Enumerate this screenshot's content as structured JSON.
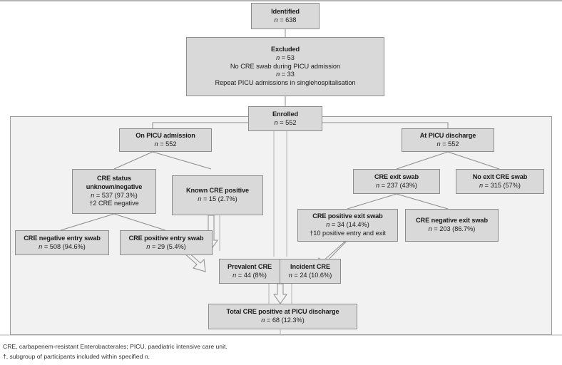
{
  "figure": {
    "type": "participant-flow-diagram",
    "colors": {
      "box_fill": "#d9d9d9",
      "box_border": "#8c8c8c",
      "panel_fill": "#f2f2f2",
      "panel_border": "#9b9b9b",
      "connector": "#8c8c8c",
      "text": "#1a1a1a"
    }
  },
  "nodes": {
    "identified": {
      "title": "Identified",
      "line1": "n = 638"
    },
    "excluded": {
      "title": "Excluded",
      "line1": "n = 53",
      "line2": "No CRE swab during PICU admission",
      "line3": "n = 33",
      "line4": "Repeat PICU admissions in singlehospitalisation"
    },
    "enrolled": {
      "title": "Enrolled",
      "line1": "n = 552"
    },
    "on_admission": {
      "title": "On PICU admission",
      "line1": "n = 552"
    },
    "at_discharge": {
      "title": "At PICU discharge",
      "line1": "n = 552"
    },
    "cre_unknown": {
      "title": "CRE status",
      "title2": "unknown/negative",
      "line1": "n = 537 (97.3%)",
      "line2": "†2 CRE negative"
    },
    "known_positive": {
      "title": "Known CRE positive",
      "line1": "n = 15 (2.7%)"
    },
    "exit_swab": {
      "title": "CRE exit swab",
      "line1": "n = 237 (43%)"
    },
    "no_exit_swab": {
      "title": "No exit CRE swab",
      "line1": "n = 315 (57%)"
    },
    "entry_negative": {
      "title": "CRE negative entry swab",
      "line1": "n = 508 (94.6%)"
    },
    "entry_positive": {
      "title": "CRE positive entry swab",
      "line1": "n = 29 (5.4%)"
    },
    "exit_positive": {
      "title": "CRE positive exit swab",
      "line1": "n = 34 (14.4%)",
      "line2": "†10 positive entry and exit"
    },
    "exit_negative": {
      "title": "CRE negative exit swab",
      "line1": "n = 203 (86.7%)"
    },
    "prevalent": {
      "title": "Prevalent CRE",
      "line1": "n = 44 (8%)"
    },
    "incident": {
      "title": "Incident CRE",
      "line1": "n = 24 (10.6%)"
    },
    "total": {
      "title": "Total CRE positive at PICU discharge",
      "line1": "n = 68 (12.3%)"
    }
  },
  "footnotes": {
    "abbreviations": "CRE, carbapenem-resistant Enterobacterales; PICU, paediatric intensive care unit.",
    "dagger": "†, subgroup of participants included within specified n."
  }
}
